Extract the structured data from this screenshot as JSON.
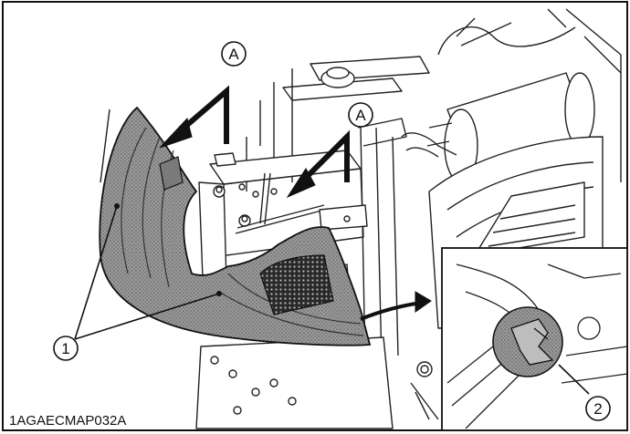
{
  "figure": {
    "code": "1AGAECMAP032A",
    "callouts": {
      "a_left": "A",
      "a_right": "A",
      "one": "1",
      "two": "2"
    }
  },
  "colors": {
    "ink": "#111111",
    "cover_fill": "#8a8a8a",
    "background": "#ffffff"
  }
}
